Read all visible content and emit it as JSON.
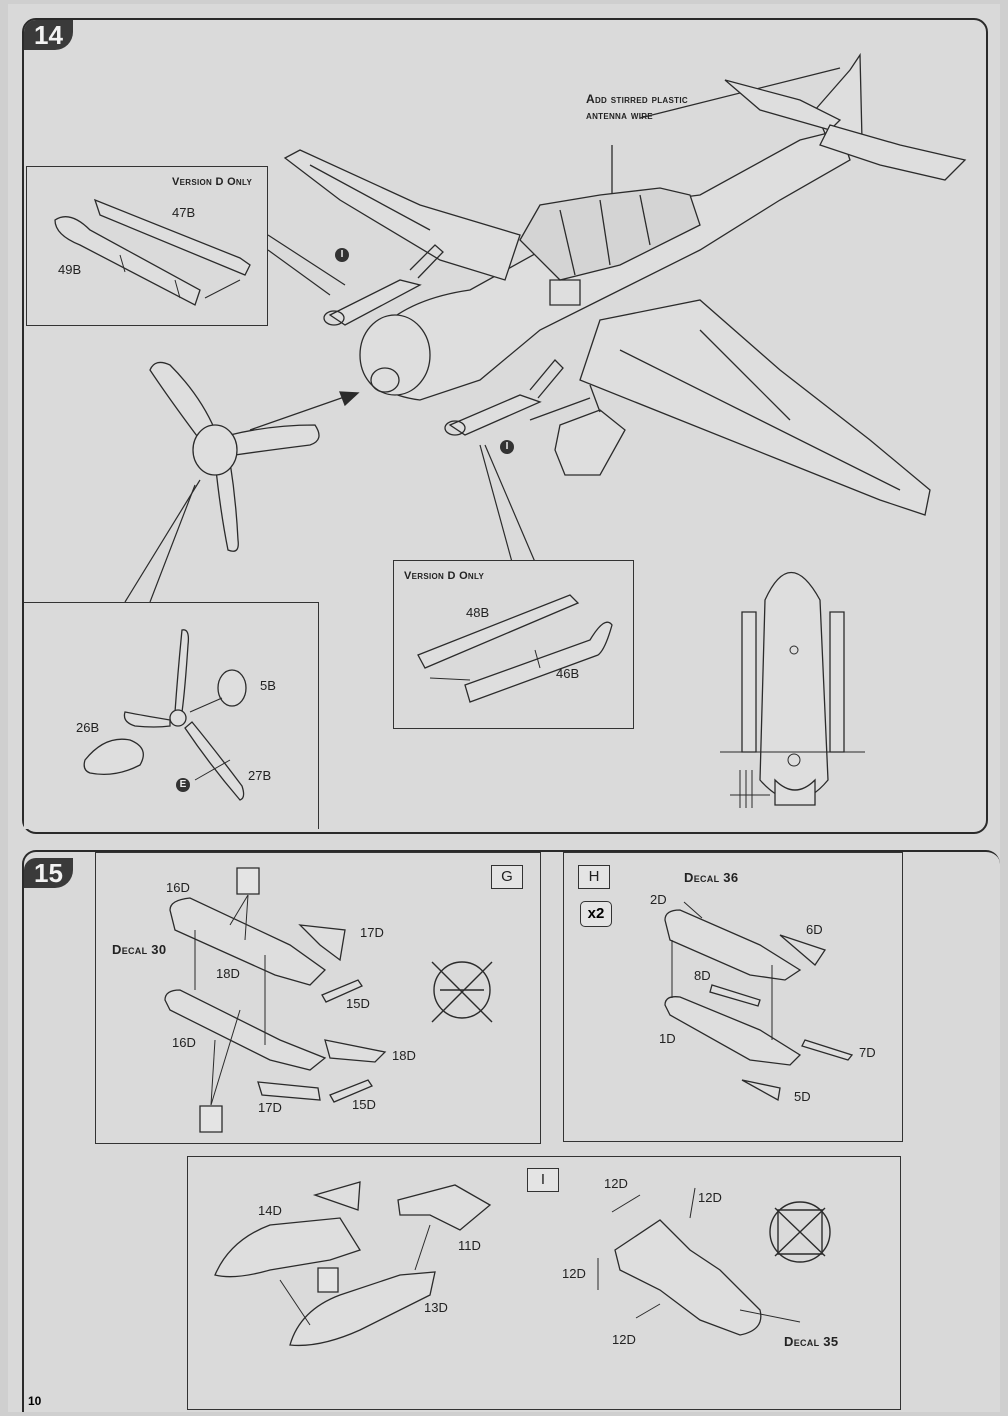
{
  "step14": {
    "number": "14",
    "antenna_note_1": "Add stirred plastic",
    "antenna_note_2": "antenna wire",
    "inset_top": {
      "title": "Version D Only",
      "part_a": "47B",
      "part_b": "49B"
    },
    "inset_mid": {
      "title": "Version D Only",
      "part_a": "48B",
      "part_b": "46B"
    },
    "inset_prop": {
      "part_a": "5B",
      "part_b": "26B",
      "part_c": "27B",
      "marker": "E"
    },
    "marker_i": "I"
  },
  "step15": {
    "number": "15",
    "panel_g": {
      "tag": "G",
      "parts": [
        "16D",
        "17D",
        "18D",
        "15D",
        "16D",
        "18D",
        "17D",
        "15D"
      ],
      "decal": "Decal 30"
    },
    "panel_h": {
      "tag": "H",
      "multiplier": "x2",
      "decal": "Decal 36",
      "parts": [
        "2D",
        "6D",
        "8D",
        "1D",
        "7D",
        "5D"
      ]
    },
    "panel_i": {
      "tag": "I",
      "parts": [
        "14D",
        "11D",
        "13D",
        "12D",
        "12D",
        "12D",
        "12D"
      ],
      "decal": "Decal 35"
    }
  },
  "page_number": "10"
}
